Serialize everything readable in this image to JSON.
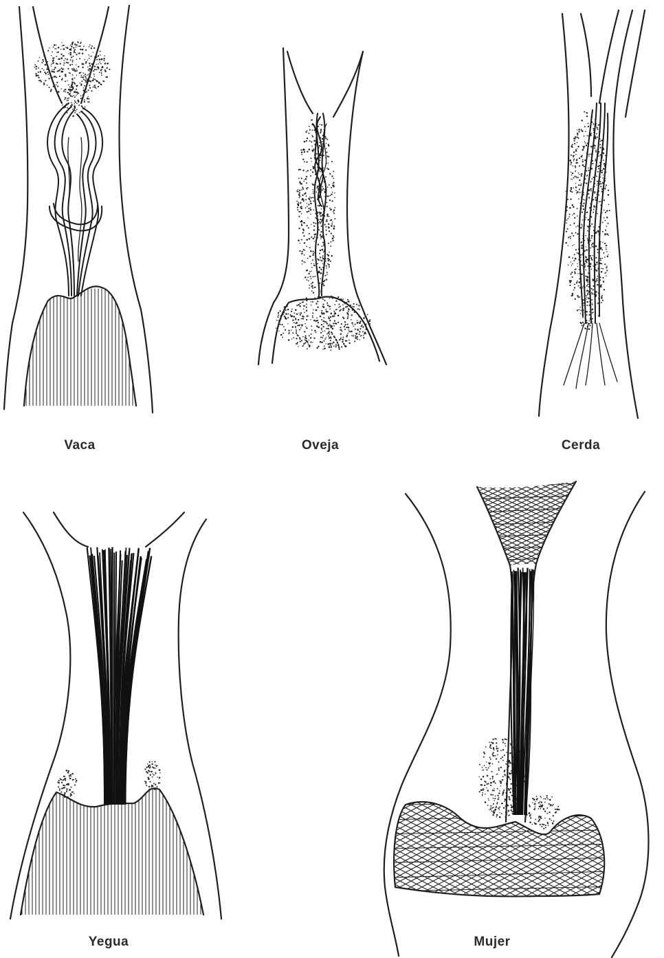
{
  "labels": {
    "vaca": "Vaca",
    "oveja": "Oveja",
    "cerda": "Cerda",
    "yegua": "Yegua",
    "mujer": "Mujer"
  }
}
